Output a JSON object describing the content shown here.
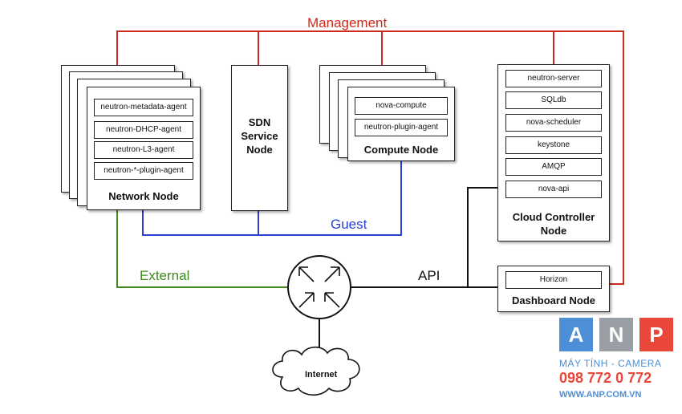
{
  "networks": {
    "management": "Management",
    "guest": "Guest",
    "external": "External",
    "api": "API",
    "colors": {
      "management": "#cc2a1a",
      "guest": "#2b3fd0",
      "external": "#3e8a1c",
      "api": "#111111"
    }
  },
  "network_node": {
    "title": "Network Node",
    "services": [
      "neutron-metadata-agent",
      "neutron-DHCP-agent",
      "neutron-L3-agent",
      "neutron-*-plugin-agent"
    ]
  },
  "sdn_node": {
    "title_lines": [
      "SDN",
      "Service",
      "Node"
    ]
  },
  "compute_node": {
    "title": "Compute Node",
    "services": [
      "nova-compute",
      "neutron-plugin-agent"
    ],
    "stacked_labels": [
      "nova-compute",
      "nova-compute"
    ]
  },
  "controller_node": {
    "title_lines": [
      "Cloud Controller",
      "Node"
    ],
    "services": [
      "neutron-server",
      "SQLdb",
      "nova-scheduler",
      "keystone",
      "AMQP",
      "nova-api"
    ]
  },
  "dashboard_node": {
    "title": "Dashboard Node",
    "services": [
      "Horizon"
    ]
  },
  "internet": {
    "label": "Internet"
  },
  "watermark": {
    "letters": [
      "A",
      "N",
      "P"
    ],
    "tagline": "MÁY TÍNH - CAMERA",
    "phone": "098 772 0 772",
    "website": "WWW.ANP.COM.VN",
    "colors": [
      "#4d8fd6",
      "#9a9fa5",
      "#e8473a"
    ]
  }
}
